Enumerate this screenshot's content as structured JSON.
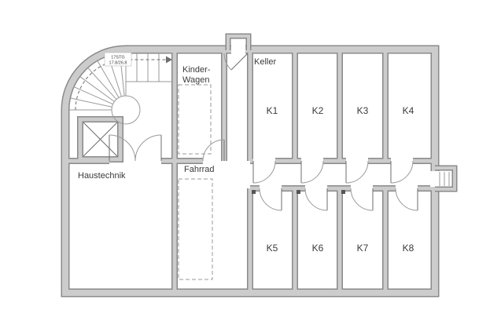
{
  "colors": {
    "wall_edge": "#8a8a8a",
    "wall_fill": "#cccccc",
    "line": "#6e6e6e",
    "detail": "#9a9a9a",
    "text": "#3a3a3a"
  },
  "rooms": {
    "haustechnik": {
      "label": "Haustechnik"
    },
    "kinderwagen": {
      "line1": "Kinder-",
      "line2": "Wagen"
    },
    "fahrrad": {
      "label": "Fahrrad"
    },
    "keller": {
      "label": "Keller"
    },
    "k1": {
      "label": "K1"
    },
    "k2": {
      "label": "K2"
    },
    "k3": {
      "label": "K3"
    },
    "k4": {
      "label": "K4"
    },
    "k5": {
      "label": "K5"
    },
    "k6": {
      "label": "K6"
    },
    "k7": {
      "label": "K7"
    },
    "k8": {
      "label": "K8"
    }
  },
  "stairs": {
    "steps": "17STG",
    "riser_tread": "17.8/26.8"
  }
}
